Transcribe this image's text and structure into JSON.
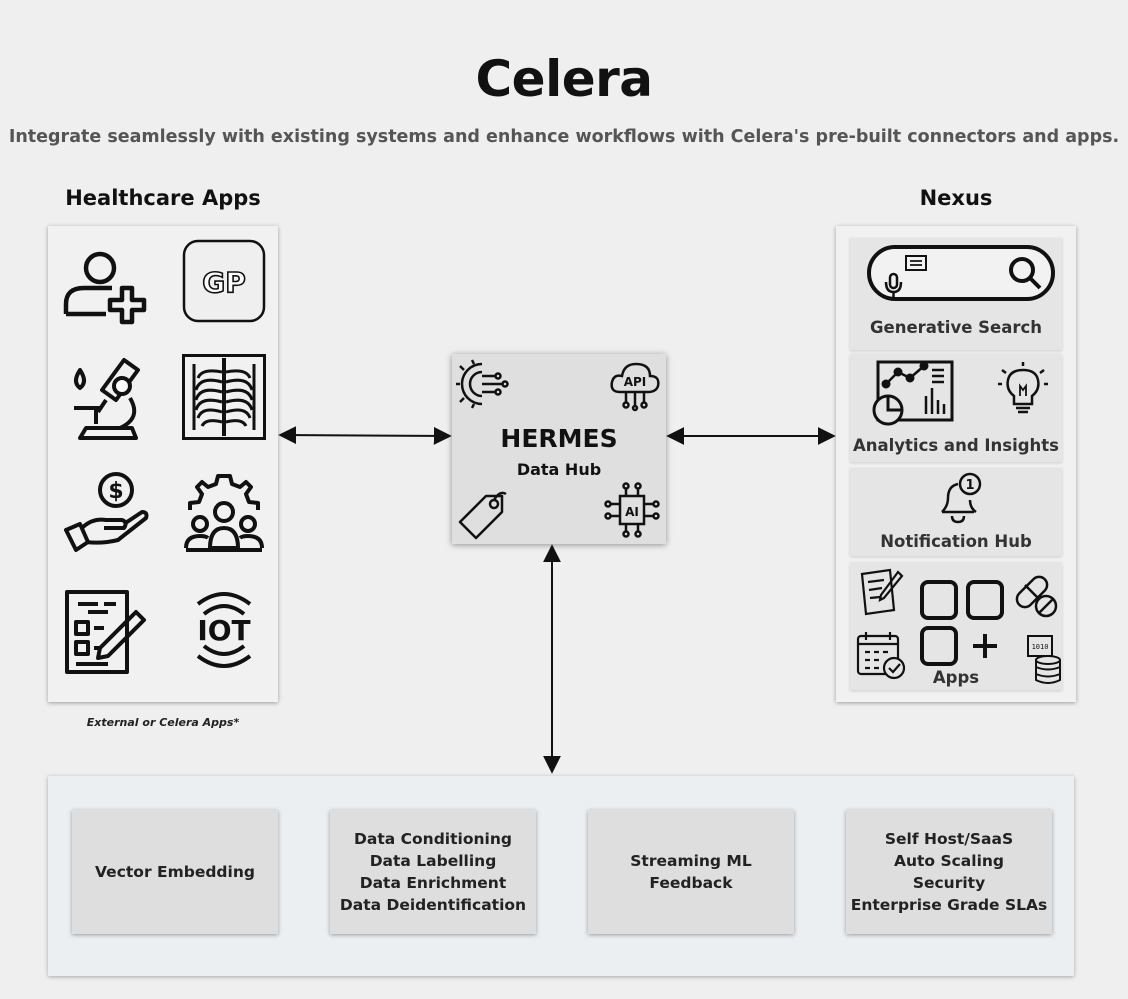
{
  "title": "Celera",
  "subtitle": "Integrate seamlessly with existing systems and enhance workflows with Celera's pre-built connectors and apps.",
  "healthcare": {
    "title": "Healthcare Apps",
    "caption": "External or Celera Apps*",
    "icons": [
      "add-patient-icon",
      "gp-icon",
      "microscope-icon",
      "xray-icon",
      "payment-hand-icon",
      "team-gear-icon",
      "checklist-icon",
      "iot-icon"
    ],
    "gp_text": "GP",
    "iot_text": "IOT"
  },
  "hub": {
    "title": "HERMES",
    "subtitle": "Data Hub",
    "api_text": "API",
    "ai_text": "AI",
    "icons": [
      "gear-circuit-icon",
      "cloud-api-icon",
      "tag-icon",
      "ai-chip-icon"
    ]
  },
  "nexus": {
    "title": "Nexus",
    "generative_search": "Generative Search",
    "analytics": "Analytics and Insights",
    "notification": "Notification Hub",
    "notification_count": "1",
    "apps": "Apps",
    "db_text": "1010"
  },
  "foundation": {
    "boxes": [
      {
        "lines": [
          "Vector Embedding"
        ]
      },
      {
        "lines": [
          "Data Conditioning",
          "Data Labelling",
          "Data Enrichment",
          "Data Deidentification"
        ]
      },
      {
        "lines": [
          "Streaming ML",
          "Feedback"
        ]
      },
      {
        "lines": [
          "Self Host/SaaS",
          "Auto Scaling",
          "Security",
          "Enterprise Grade SLAs"
        ]
      }
    ]
  }
}
